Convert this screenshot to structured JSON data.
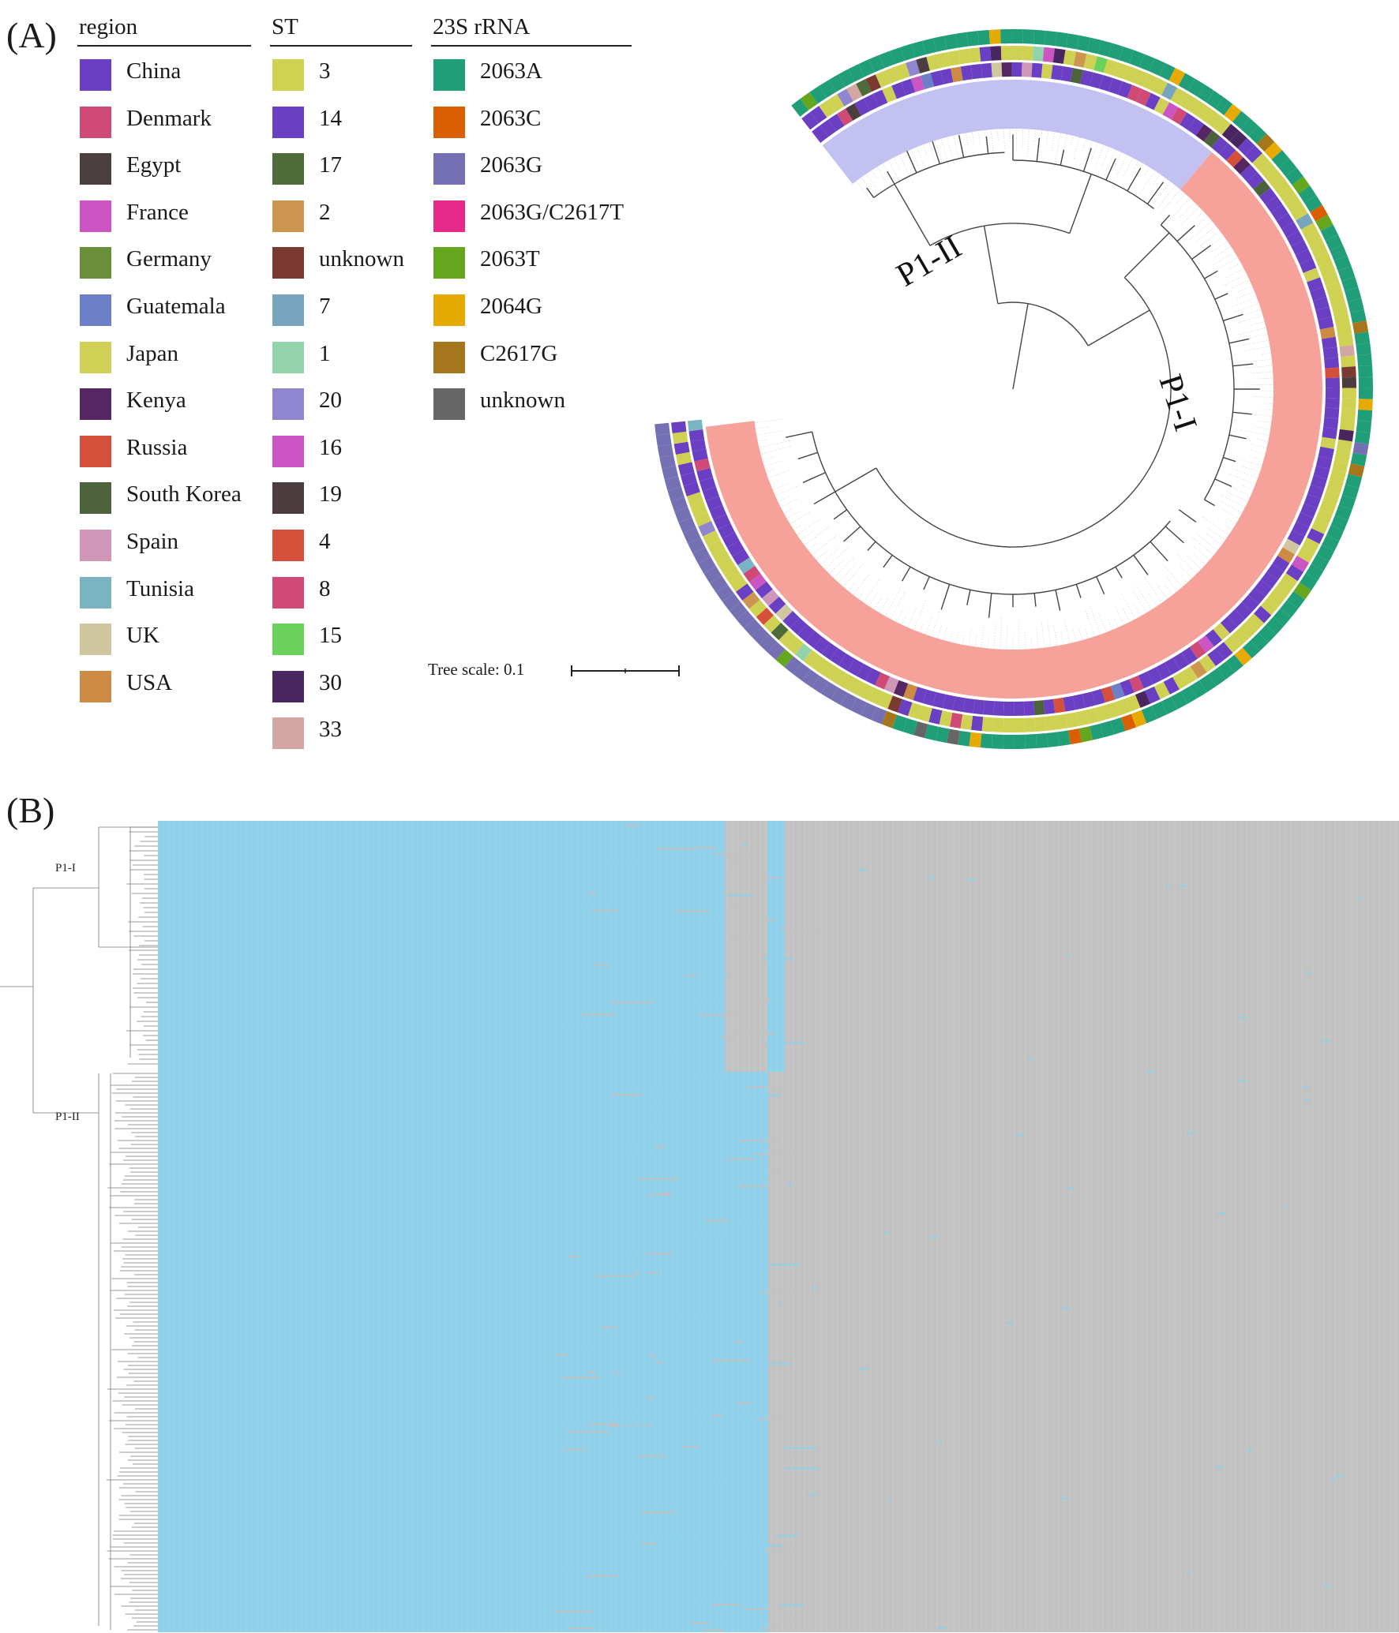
{
  "panels": {
    "a_label": "(A)",
    "b_label": "(B)"
  },
  "legend_region": {
    "title": "region",
    "items": [
      {
        "label": "China",
        "color": "#6a3fc4"
      },
      {
        "label": "Denmark",
        "color": "#cf4a76"
      },
      {
        "label": "Egypt",
        "color": "#4a3e3f"
      },
      {
        "label": "France",
        "color": "#cc55c4"
      },
      {
        "label": "Germany",
        "color": "#6a8f3a"
      },
      {
        "label": "Guatemala",
        "color": "#6c7fc8"
      },
      {
        "label": "Japan",
        "color": "#d0cf56"
      },
      {
        "label": "Kenya",
        "color": "#552661"
      },
      {
        "label": "Russia",
        "color": "#d5503a"
      },
      {
        "label": "South Korea",
        "color": "#4b623d"
      },
      {
        "label": "Spain",
        "color": "#cf96b8"
      },
      {
        "label": "Tunisia",
        "color": "#7ab4c3"
      },
      {
        "label": "UK",
        "color": "#d0c6a0"
      },
      {
        "label": "USA",
        "color": "#cc8a43"
      }
    ]
  },
  "legend_st": {
    "title": "ST",
    "items": [
      {
        "label": "3",
        "color": "#cfd153"
      },
      {
        "label": "14",
        "color": "#6a3fc4"
      },
      {
        "label": "17",
        "color": "#4e6b3a"
      },
      {
        "label": "2",
        "color": "#cc9550"
      },
      {
        "label": "unknown",
        "color": "#7a3a32"
      },
      {
        "label": "7",
        "color": "#76a5bd"
      },
      {
        "label": "1",
        "color": "#92d3ac"
      },
      {
        "label": "20",
        "color": "#9086cf"
      },
      {
        "label": "16",
        "color": "#cc55c4"
      },
      {
        "label": "19",
        "color": "#4b3d3f"
      },
      {
        "label": "4",
        "color": "#d5503a"
      },
      {
        "label": "8",
        "color": "#cf4a76"
      },
      {
        "label": "15",
        "color": "#6ad25a"
      },
      {
        "label": "30",
        "color": "#4a2660"
      },
      {
        "label": "33",
        "color": "#d4a6a2"
      }
    ]
  },
  "legend_rrna": {
    "title": "23S rRNA",
    "items": [
      {
        "label": "2063A",
        "color": "#1f9e78"
      },
      {
        "label": "2063C",
        "color": "#d95f02"
      },
      {
        "label": "2063G",
        "color": "#7570b3"
      },
      {
        "label": "2063G/C2617T",
        "color": "#e7298a"
      },
      {
        "label": "2063T",
        "color": "#66a61e"
      },
      {
        "label": "2064G",
        "color": "#e6ab02"
      },
      {
        "label": "C2617G",
        "color": "#a6761d"
      },
      {
        "label": "unknown",
        "color": "#666666"
      }
    ]
  },
  "tree": {
    "clade_1_label": "P1-I",
    "clade_2_label": "P1-II",
    "clade_1_highlight_color": "#f6a29a",
    "clade_2_highlight_color": "#c3c1f2",
    "scale_label": "Tree scale: 0.1"
  },
  "heatmap": {
    "clade_1_label": "P1-I",
    "clade_2_label": "P1-II",
    "present_color": "#8fd0ea",
    "absent_color": "#c2c2c2"
  }
}
